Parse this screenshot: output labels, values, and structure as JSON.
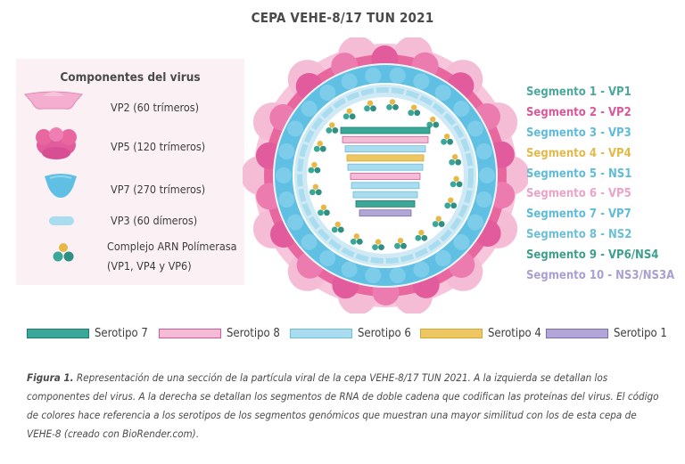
{
  "title": "CEPA VEHE-8/17 TUN 2021",
  "legend": {
    "title": "Componentes del virus",
    "items": [
      {
        "label": "VP2 (60 trímeros)",
        "icon": "vp2-icon"
      },
      {
        "label": "VP5 (120 trímeros)",
        "icon": "vp5-icon"
      },
      {
        "label": "VP7 (270 trímeros)",
        "icon": "vp7-icon"
      },
      {
        "label": "VP3 (60 dímeros)",
        "icon": "vp3-icon"
      },
      {
        "label": "Complejo ARN Polímerasa",
        "label2": "(VP1, VP4 y VP6)",
        "icon": "polymerase-icon"
      }
    ]
  },
  "segments": [
    {
      "label": "Segmento 1 - VP1",
      "color": "#4aa89c"
    },
    {
      "label": "Segmento 2 - VP2",
      "color": "#d9579a"
    },
    {
      "label": "Segmento 3 - VP3",
      "color": "#5fbcd8"
    },
    {
      "label": "Segmento 4 - VP4",
      "color": "#e2b94a"
    },
    {
      "label": "Segmento 5 - NS1",
      "color": "#5fbcd8"
    },
    {
      "label": "Segmento 6 - VP5",
      "color": "#eba3c8"
    },
    {
      "label": "Segmento 7 - VP7",
      "color": "#5fbcd8"
    },
    {
      "label": "Segmento 8 - NS2",
      "color": "#6cbfd6"
    },
    {
      "label": "Segmento 9 - VP6/NS4",
      "color": "#3f9e8e"
    },
    {
      "label": "Segmento 10 - NS3/NS3A",
      "color": "#a99fd0"
    }
  ],
  "serotypes": [
    {
      "label": "Serotipo 7",
      "fill": "#3aa898",
      "stroke": "#1e7d70"
    },
    {
      "label": "Serotipo 8",
      "fill": "#f5bcd6",
      "stroke": "#d9579a"
    },
    {
      "label": "Serotipo 6",
      "fill": "#a9dcef",
      "stroke": "#6cbfd6"
    },
    {
      "label": "Serotipo 4",
      "fill": "#edc862",
      "stroke": "#d4a832"
    },
    {
      "label": "Serotipo 1",
      "fill": "#b1a6d6",
      "stroke": "#7a6fb0"
    }
  ],
  "capsid_segment_colors": [
    "#3aa898",
    "#f5bcd6",
    "#a9dcef",
    "#edc862",
    "#a9dcef",
    "#f5bcd6",
    "#a9dcef",
    "#a9dcef",
    "#3aa898",
    "#b1a6d6"
  ],
  "caption": {
    "bold": "Figura 1.",
    "line1": " Representación de una sección de la partícula viral de la cepa VEHE-8/17 TUN 2021. A la izquierda se detallan los",
    "line2": "componentes del virus. A la derecha se detallan los segmentos de RNA de doble cadena que codifican las proteínas del virus. El código",
    "line3": "de colores hace referencia a los serotipos de los segmentos genómicos que muestran una mayor similitud con los de esta cepa de",
    "line4": "VEHE-8 (creado con BioRender.com)."
  }
}
